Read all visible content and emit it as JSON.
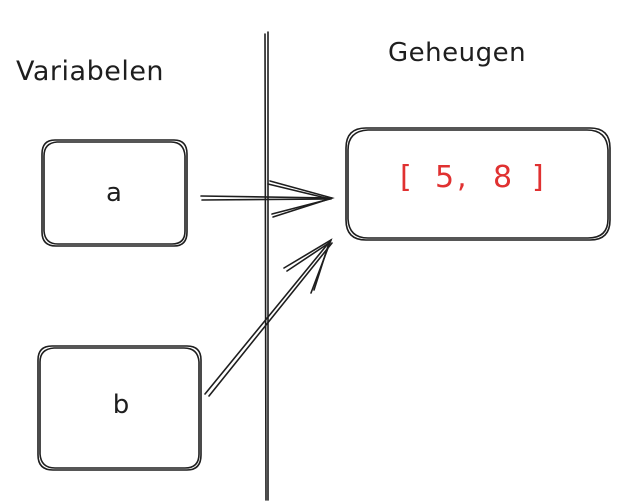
{
  "headings": {
    "variables": "Variabelen",
    "memory": "Geheugen"
  },
  "variables": [
    {
      "name": "a"
    },
    {
      "name": "b"
    }
  ],
  "memory": {
    "array": {
      "open": "[",
      "values": [
        "5",
        "8"
      ],
      "separator": ",",
      "close": "]"
    }
  },
  "colors": {
    "stroke": "#1e1e1e",
    "array_text": "#e03131",
    "background": "#ffffff"
  }
}
